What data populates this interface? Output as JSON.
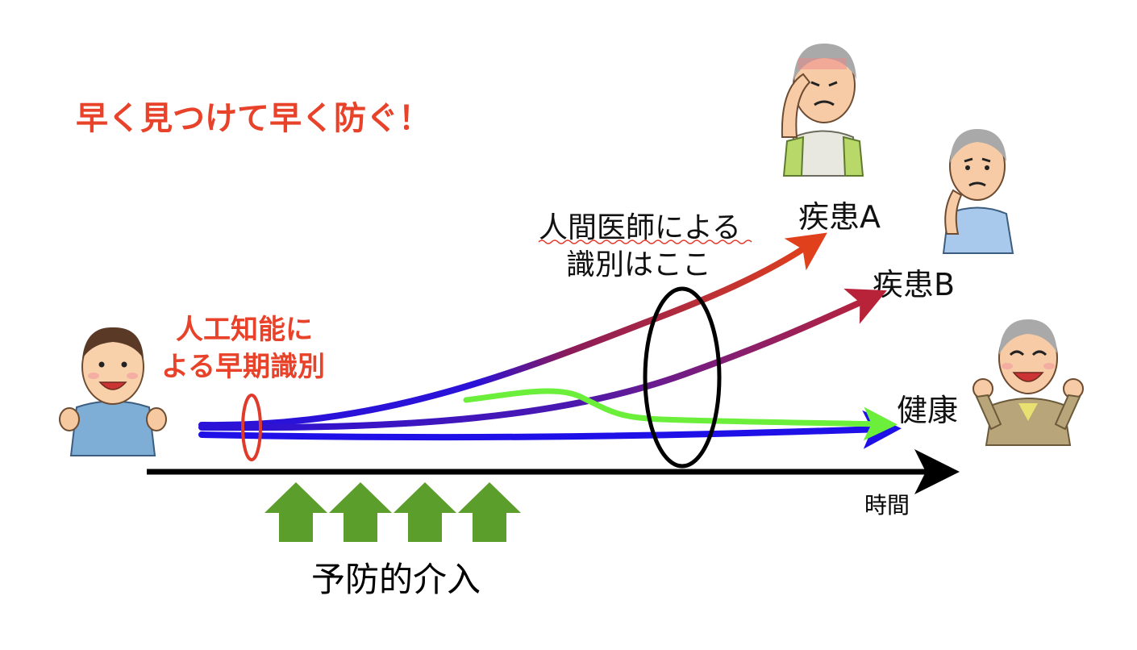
{
  "headline": "早く見つけて早く防ぐ！",
  "ai_label": [
    "人工知能に",
    "よる早期識別"
  ],
  "doctor_label": [
    "人間医師による",
    "識別はここ"
  ],
  "outcomes": {
    "disease_a": "疾患A",
    "disease_b": "疾患B",
    "healthy": "健康"
  },
  "time_axis_label": "時間",
  "intervention_label": "予防的介入",
  "intervention_arrow_count": 4,
  "colors": {
    "accent_red": "#e8432a",
    "disease_a": "#d93a1f",
    "disease_b": "#b0233f",
    "healthy_base": "#1f10e8",
    "intervention_path": "#6bef3a",
    "up_arrow": "#5b9e2c",
    "axis": "#000000"
  },
  "icons": [
    "person-smiling-young-icon",
    "person-sick-headache-icon",
    "person-worried-icon",
    "person-happy-elderly-icon"
  ]
}
